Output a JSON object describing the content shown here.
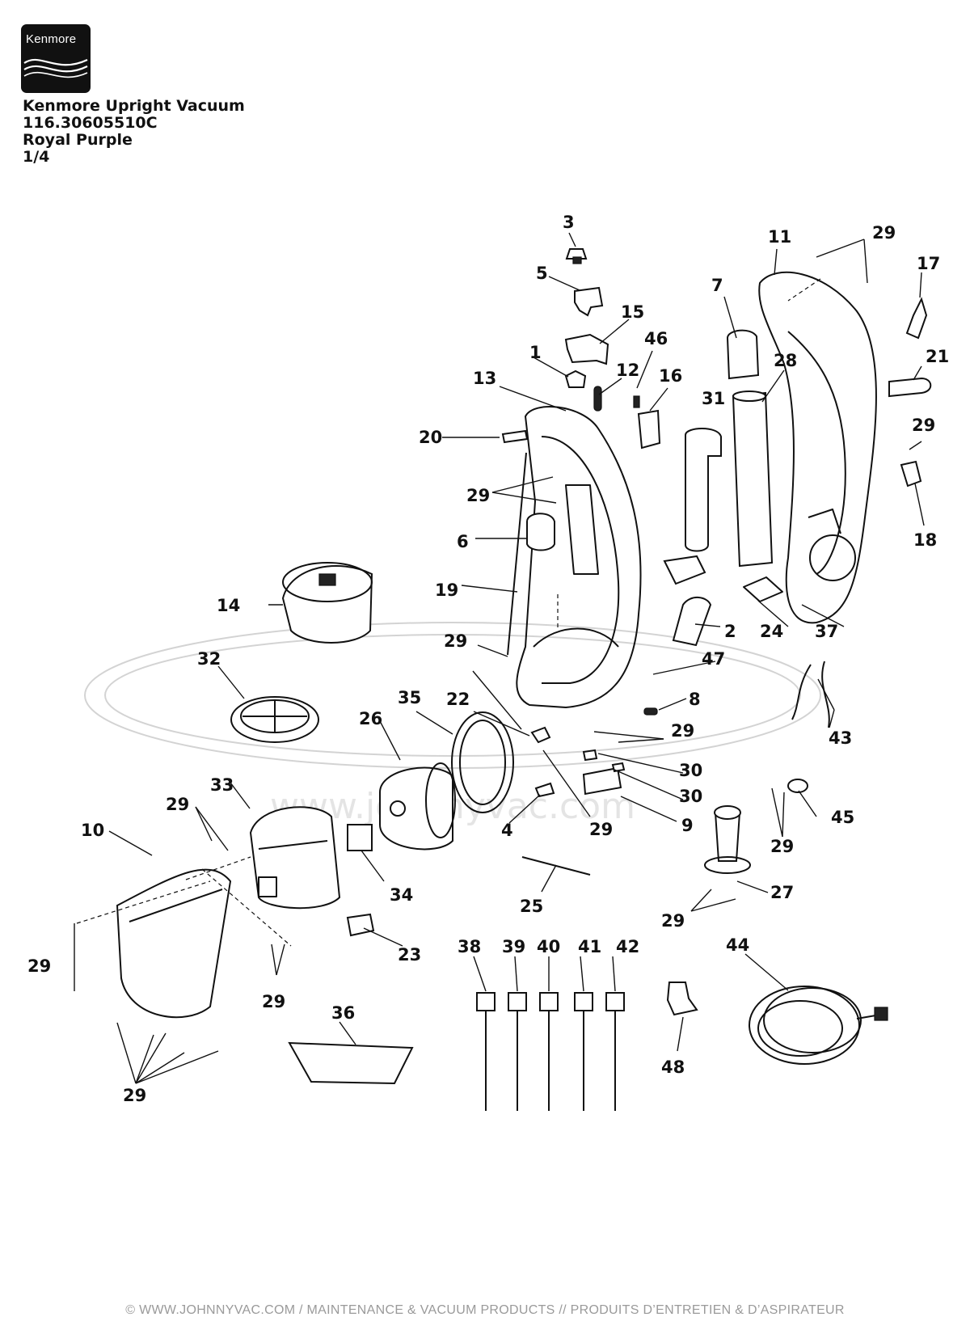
{
  "logo": {
    "text": "Kenmore"
  },
  "header": {
    "title": "Kenmore Upright Vacuum",
    "model": "116.30605510C",
    "color": "Royal Purple",
    "page": "1/4"
  },
  "watermark": {
    "text": "www.johnnyvac.com"
  },
  "footer": {
    "text": "© WWW.JOHNNYVAC.COM / MAINTENANCE & VACUUM PRODUCTS  //  PRODUITS D’ENTRETIEN & D’ASPIRATEUR"
  },
  "callouts": [
    "1",
    "2",
    "3",
    "4",
    "5",
    "6",
    "7",
    "8",
    "9",
    "10",
    "11",
    "12",
    "13",
    "14",
    "15",
    "16",
    "17",
    "18",
    "19",
    "20",
    "21",
    "22",
    "23",
    "24",
    "25",
    "26",
    "27",
    "28",
    "29",
    "30",
    "31",
    "32",
    "33",
    "34",
    "35",
    "36",
    "37",
    "38",
    "39",
    "40",
    "41",
    "42",
    "43",
    "44",
    "45",
    "46",
    "47",
    "48"
  ],
  "extra_callouts": [
    "29",
    "29",
    "29",
    "29",
    "29",
    "29",
    "29",
    "29",
    "29",
    "29",
    "29",
    "29",
    "30"
  ]
}
